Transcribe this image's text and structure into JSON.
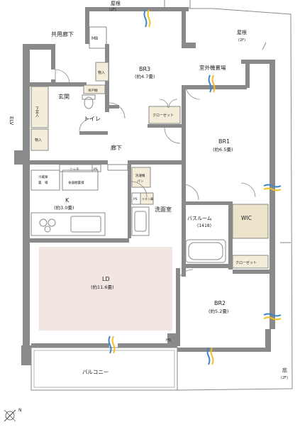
{
  "rooms": {
    "roof_top": "屋根",
    "roof_top_floor": "(2F)",
    "roof_right": "屋根",
    "roof_right_floor": "(2F)",
    "common_corridor": "共用廊下",
    "mb": "MB",
    "br3": "BR3",
    "br3_area": "(約4.7畳)",
    "outdoor_unit": "室外機置場",
    "storage_br3": "物入",
    "storage_small": "吊戸棚",
    "entrance": "玄関",
    "shoe_box": "下足入",
    "toilet": "トイレ",
    "closet_br3": "クローゼット",
    "br1": "BR1",
    "br1_area": "(約6.5畳)",
    "elv": "ELV",
    "storage_hall": "物入",
    "hallway": "廊下",
    "niche": "ニッチ",
    "ps1": "PS",
    "fridge": "冷蔵庫",
    "fridge_2": "置　場",
    "cupboard": "食器棚置場",
    "washer": "洗濯機",
    "washer_2": "パン",
    "ps2": "PS",
    "linen": "リネン庫",
    "washroom": "洗面室",
    "k": "K",
    "k_area": "(約3.0畳)",
    "bathroom": "バスルーム",
    "bathroom_size": "(1418)",
    "wic": "WIC",
    "closet_br2": "クローゼット",
    "ld": "LD",
    "ld_area": "(約11.6畳)",
    "br2": "BR2",
    "br2_area": "(約5.2畳)",
    "hs": "HS",
    "balcony": "バルコニー",
    "garden": "庇",
    "garden_floor": "(2F)"
  },
  "colors": {
    "ld_floor": "#f2e6e3",
    "storage_fill": "#f3edda",
    "wic_fill": "#ece5cc",
    "wall": "#8a8a8a",
    "vent_blue": "#3a86c8",
    "vent_yellow": "#f0c020"
  },
  "icons": {
    "compass": "compass-icon",
    "vent": "airflow-arrow-icon"
  }
}
